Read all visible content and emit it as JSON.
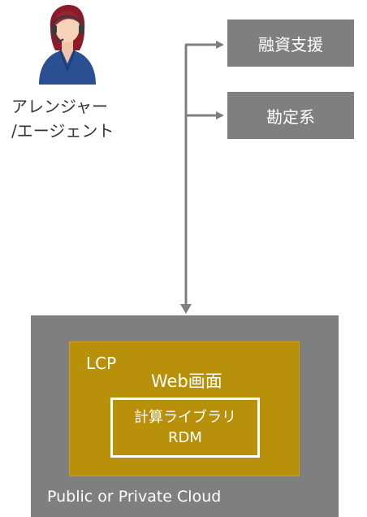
{
  "agent": {
    "icon": "customer-support-headset-icon",
    "label_line1": "アレンジャー",
    "label_line2": "/エージェント"
  },
  "systems": [
    {
      "label": "融資支援"
    },
    {
      "label": "勘定系"
    }
  ],
  "cloud": {
    "label": "Public or Private Cloud",
    "platform": {
      "label": "LCP",
      "screen_label": "Web画面",
      "library": {
        "line1": "計算ライブラリ",
        "line2": "RDM"
      }
    }
  },
  "colors": {
    "system_box": "#7f7f7f",
    "cloud_bg": "#7f7f7f",
    "platform_bg": "#b8900a",
    "connector": "#7f7f7f",
    "text_light": "#ffffff",
    "text_dark": "#333333"
  }
}
